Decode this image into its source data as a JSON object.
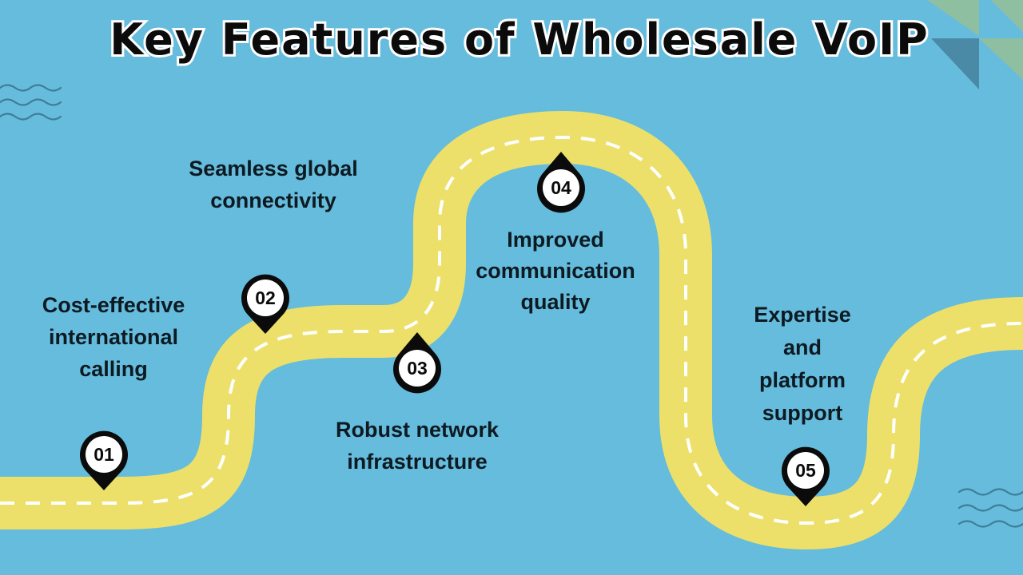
{
  "title": "Key Features of Wholesale VoIP",
  "colors": {
    "background": "#66bcdc",
    "road": "#ede06a",
    "road_dash": "#ffffff",
    "marker": "#0b0b0b",
    "marker_inner": "#ffffff",
    "corner_green": "#8fbfa1",
    "corner_dark": "#4a8aa6",
    "wave": "#3f7d98"
  },
  "steps": [
    {
      "number": "01",
      "label": "Cost-effective international calling"
    },
    {
      "number": "02",
      "label": "Seamless global connectivity"
    },
    {
      "number": "03",
      "label": "Robust network infrastructure"
    },
    {
      "number": "04",
      "label": "Improved communication quality"
    },
    {
      "number": "05",
      "label": "Expertise and platform support"
    }
  ]
}
